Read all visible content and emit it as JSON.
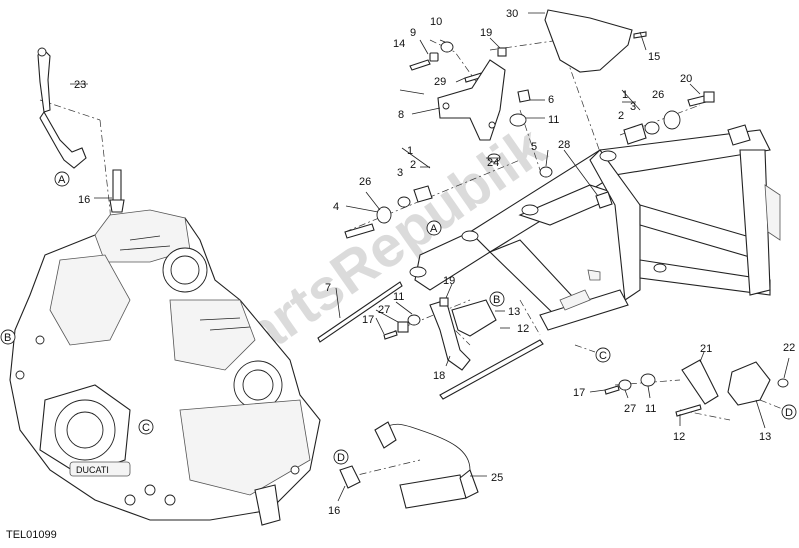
{
  "drawing_code": "TEL01099",
  "watermark": "PartsRepublik",
  "callouts": [
    "1",
    "1",
    "2",
    "2",
    "3",
    "3",
    "4",
    "5",
    "6",
    "7",
    "8",
    "9",
    "10",
    "11",
    "11",
    "11",
    "12",
    "12",
    "13",
    "13",
    "14",
    "15",
    "16",
    "16",
    "17",
    "17",
    "18",
    "19",
    "19",
    "20",
    "21",
    "22",
    "23",
    "24",
    "25",
    "26",
    "26",
    "27",
    "27",
    "28",
    "29",
    "30"
  ],
  "refs": [
    "A",
    "A",
    "B",
    "B",
    "C",
    "C",
    "D",
    "D"
  ]
}
